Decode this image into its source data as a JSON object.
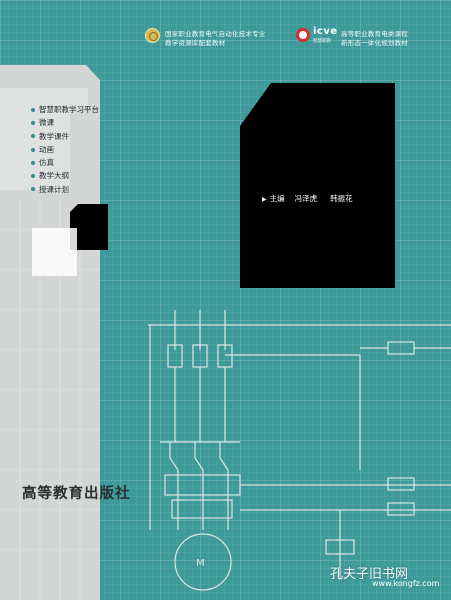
{
  "header": {
    "left_line1": "国家职业教育电气自动化技术专业",
    "left_line2": "教学资源库配套教材",
    "logo_text": "icve",
    "logo_sub": "智慧职教",
    "right_line1": "高等职业教育电类课程",
    "right_line2": "新形态一体化规划教材"
  },
  "resources": {
    "items": [
      {
        "label": "智慧职教学习平台"
      },
      {
        "label": "微课"
      },
      {
        "label": "教学课件"
      },
      {
        "label": "动画"
      },
      {
        "label": "仿真"
      },
      {
        "label": "教学大纲"
      },
      {
        "label": "授课计划"
      }
    ]
  },
  "editors": {
    "role": "主编",
    "names": [
      "冯泽虎",
      "韩振花"
    ]
  },
  "publisher": "高等教育出版社",
  "watermark": {
    "text": "孔夫子旧书网",
    "url": "www.kongfz.com"
  },
  "motor_label": "M",
  "colors": {
    "background": "#3e9a9a",
    "panel": "#d4d6d6",
    "title_block": "#000000",
    "circuit": "#dfe4e4"
  }
}
